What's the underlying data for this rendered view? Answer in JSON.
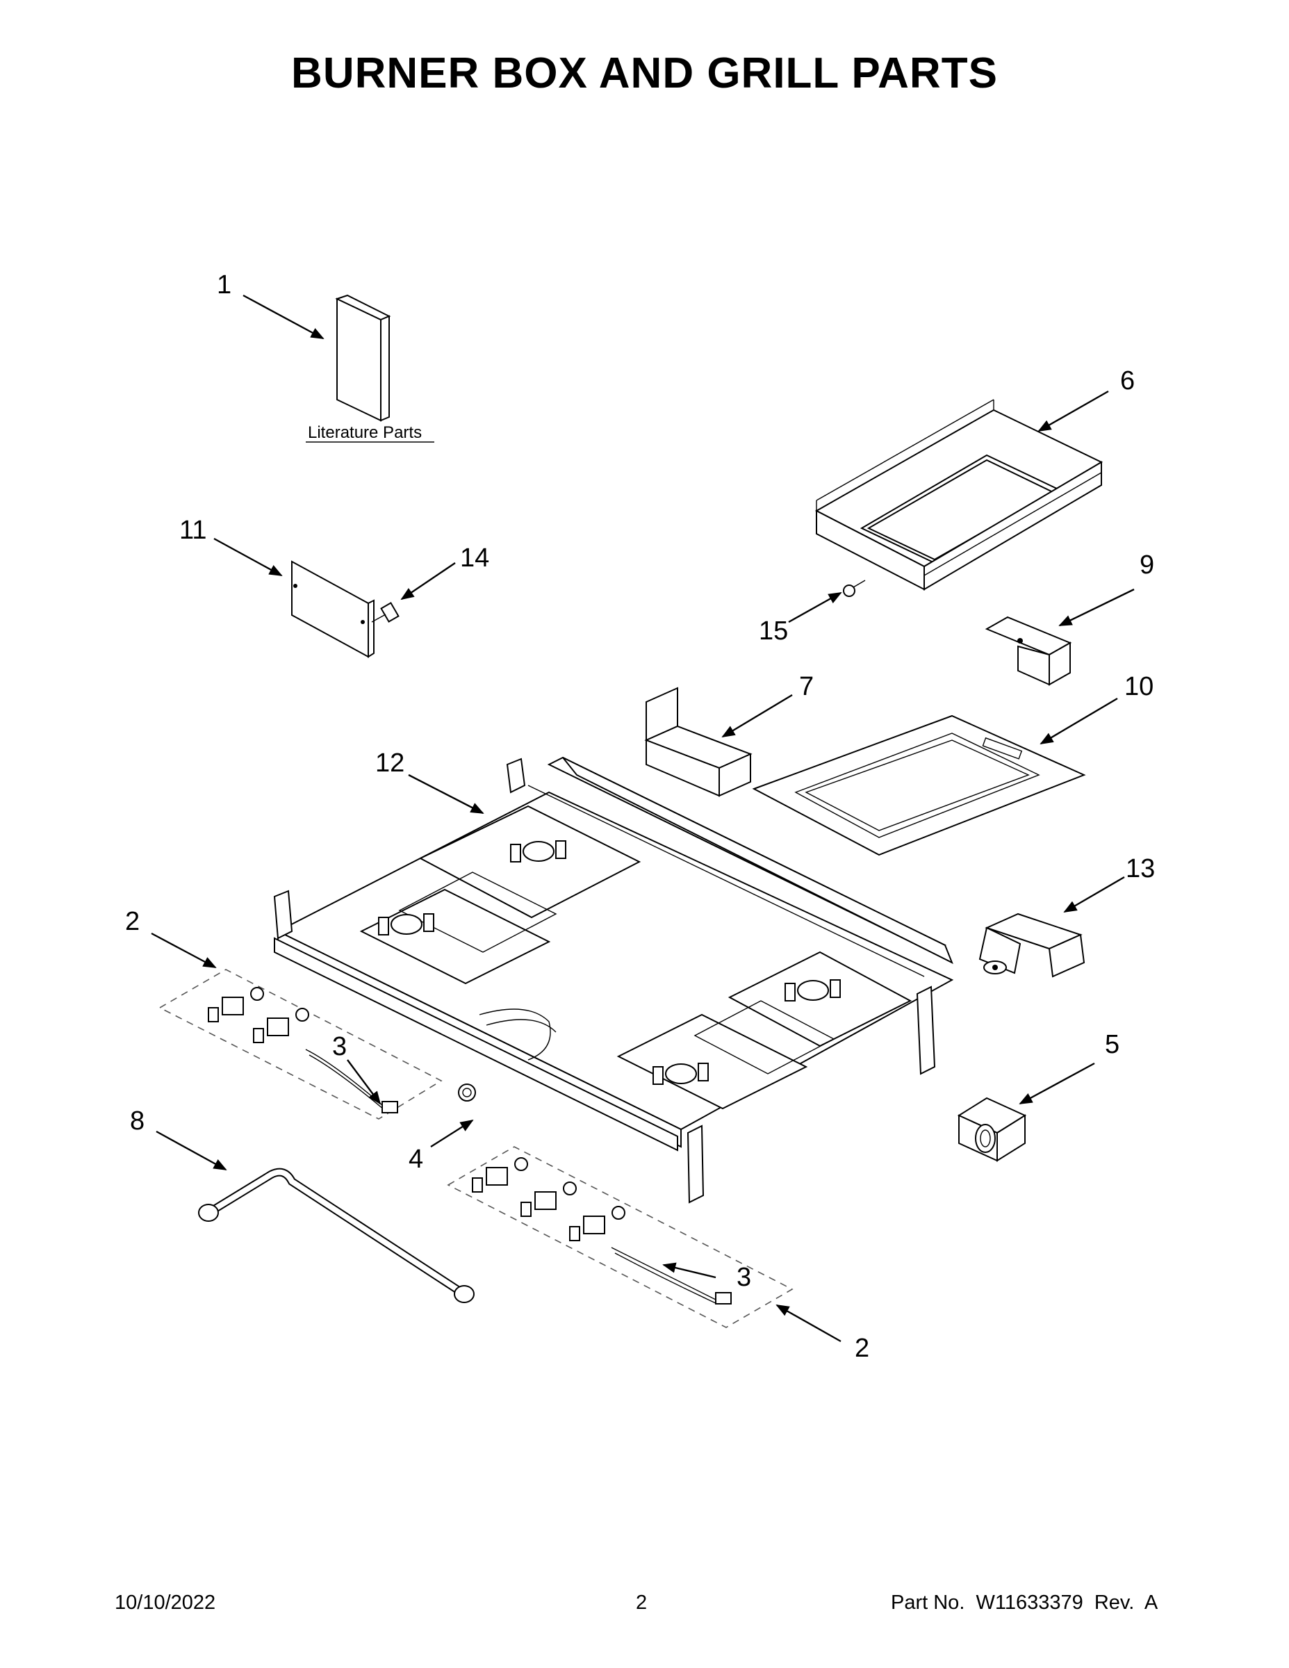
{
  "title": "BURNER BOX AND GRILL PARTS",
  "literature_label": "Literature Parts",
  "callouts": {
    "c1": "1",
    "c6": "6",
    "c11": "11",
    "c14": "14",
    "c9": "9",
    "c15": "15",
    "c7": "7",
    "c10": "10",
    "c12": "12",
    "c13": "13",
    "c2a": "2",
    "c3a": "3",
    "c5": "5",
    "c8": "8",
    "c4": "4",
    "c3b": "3",
    "c2b": "2"
  },
  "footer": {
    "date": "10/10/2022",
    "page": "2",
    "part_no": "Part No.  W11633379  Rev.  A"
  }
}
